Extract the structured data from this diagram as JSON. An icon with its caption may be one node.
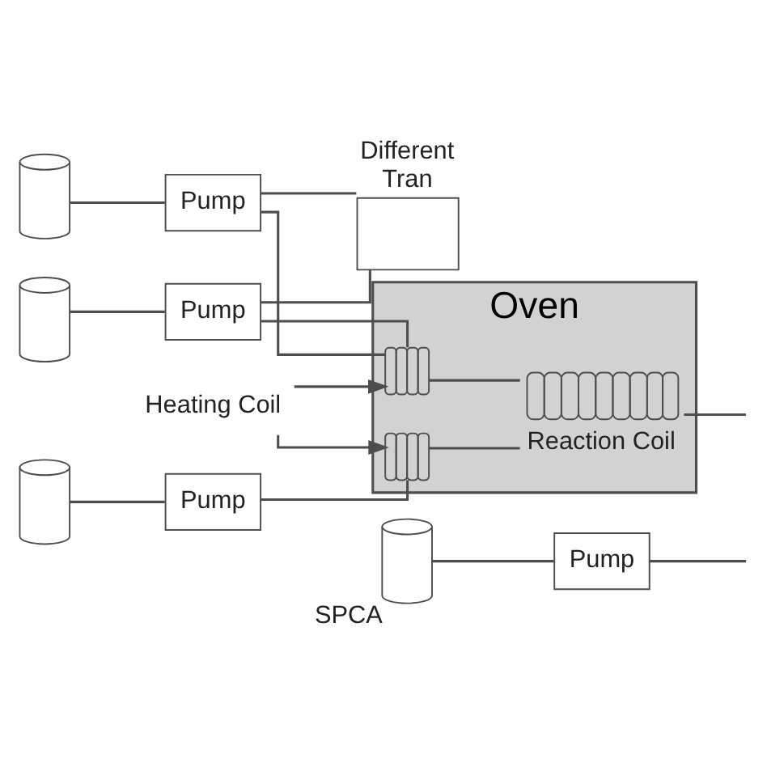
{
  "diagram": {
    "nodes": [
      {
        "text": [],
        "shape": "cylinder"
      },
      {
        "text": [
          "Pump"
        ]
      },
      {
        "text": [],
        "shape": "cylinder"
      },
      {
        "text": [
          "Pump"
        ]
      },
      {
        "text": [],
        "shape": "cylinder"
      },
      {
        "text": [
          "Pump"
        ]
      },
      {
        "text": [
          "Different Tran"
        ]
      },
      {
        "text": [
          "Oven"
        ]
      },
      {
        "text": [],
        "shape": "coil",
        "in": 7
      },
      {
        "text": [],
        "shape": "coil",
        "in": 7
      },
      {
        "text": [
          "Reaction Coil"
        ],
        "in": 7
      },
      {
        "text": [
          "Heating Coil"
        ]
      },
      {
        "text": [],
        "shape": "cylinder",
        "beside": [
          "SPCA"
        ]
      },
      {
        "text": [
          "Pump"
        ]
      }
    ],
    "edges": [
      {
        "from": 0,
        "to": 1,
        "arrow": "none"
      },
      {
        "from": 2,
        "to": 3,
        "arrow": "none"
      },
      {
        "from": 4,
        "to": 5,
        "arrow": "none"
      },
      {
        "from": 1,
        "to": 8,
        "arrow": "none"
      },
      {
        "from": 3,
        "to": 8,
        "arrow": "none"
      },
      {
        "from": 1,
        "to": 6,
        "arrow": "none"
      },
      {
        "from": 3,
        "to": 6,
        "arrow": "none"
      },
      {
        "from": 5,
        "to": 9,
        "arrow": "none"
      },
      {
        "from": 11,
        "to": 8,
        "arrow": "to"
      },
      {
        "from": 11,
        "to": 9,
        "arrow": "to"
      },
      {
        "from": 8,
        "to": 10,
        "arrow": "none"
      },
      {
        "from": 9,
        "to": 10,
        "arrow": "none"
      },
      {
        "from": 10,
        "to": null,
        "arrow": "none"
      },
      {
        "from": 12,
        "to": 13,
        "arrow": "none"
      },
      {
        "from": 13,
        "to": null,
        "arrow": "none"
      }
    ]
  }
}
